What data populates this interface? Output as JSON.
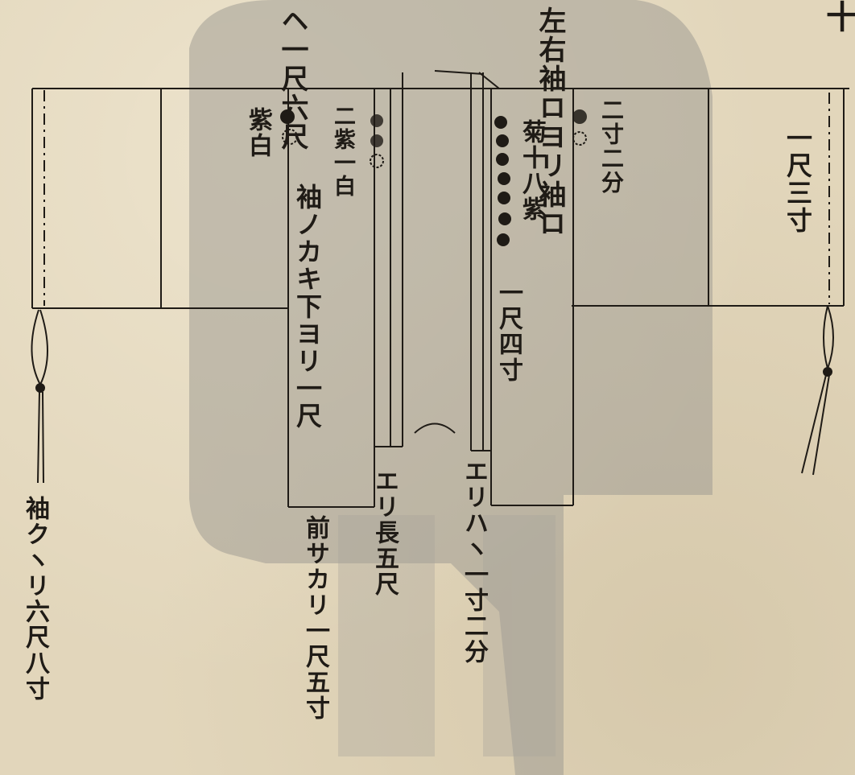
{
  "diagram": {
    "heading": {
      "top_right_fragment": "十",
      "line1": "左右袖ロヨリ袖ロ",
      "line2": "ヘ一尺六尺"
    },
    "labels": {
      "sleeve_width": "一尺三寸",
      "two_sun_two_bu": "二寸二分",
      "chrysanthemum_18_purple": "菊十八紫",
      "one_shaku_four_sun": "一尺四寸",
      "purple_white_left": "紫白",
      "two_purple_one_white": "二紫一白",
      "sleeve_below_kaki": "袖ノカキ下ヨリ一尺",
      "collar_length": "エリ長五尺",
      "collar_width": "エリハヽ一寸二分",
      "front_hang": "前サカリ一尺五寸",
      "sleeve_cord": "袖クヽリ六尺八寸"
    },
    "colors": {
      "paper": "#e2d6bb",
      "ink": "#1f1b16",
      "shadow": "#9a968f"
    }
  }
}
